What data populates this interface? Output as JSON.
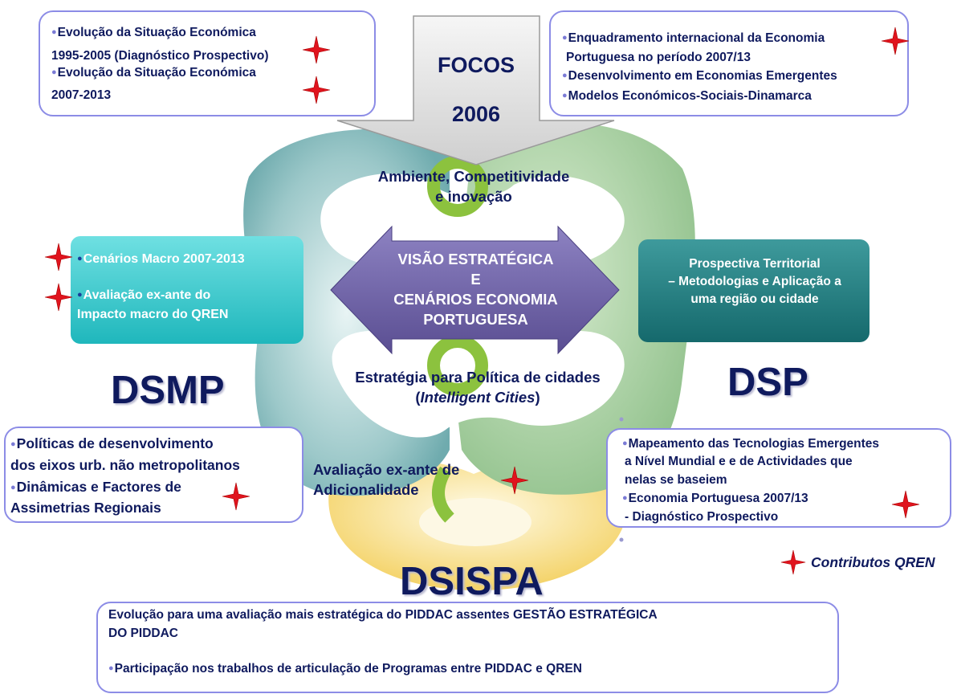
{
  "focos": {
    "line1": "FOCOS",
    "line2": "2006"
  },
  "top_left_box": {
    "items": [
      "Evolução da Situação Económica 1995-2005 (Diagnóstico Prospectivo)",
      "Evolução da Situação Económica 2007-2013"
    ],
    "lines": [
      {
        "text": "Evolução da Situação Económica",
        "bullet": true
      },
      {
        "text": "1995-2005 (Diagnóstico Prospectivo)",
        "bullet": false
      },
      {
        "text": "Evolução da Situação Económica",
        "bullet": true
      },
      {
        "text": "2007-2013",
        "bullet": false
      }
    ]
  },
  "top_right_box": {
    "lines": [
      {
        "text": "Enquadramento internacional da Economia",
        "bullet": true
      },
      {
        "text": "Portuguesa no período 2007/13",
        "bullet": false
      },
      {
        "text": "Desenvolvimento em Economias Emergentes",
        "bullet": true
      },
      {
        "text": "Modelos Económicos-Sociais-Dinamarca",
        "bullet": true
      }
    ]
  },
  "center": {
    "ambiente": [
      "Ambiente, Competitividade",
      "e inovação"
    ],
    "visao": [
      "VISÃO ESTRATÉGICA",
      "E",
      "CENÁRIOS ECONOMIA",
      "PORTUGUESA"
    ],
    "estrategia": "Estratégia para Política de cidades",
    "intelligent": "Intelligent Cities",
    "avaliacao": [
      "Avaliação ex-ante de",
      "Adicionalidade"
    ]
  },
  "left_teal_box": {
    "item1": "Cenários Macro 2007-2013",
    "item2_line1": "Avaliação ex-ante do",
    "item2_line2": "Impacto macro do QREN"
  },
  "right_teal_box": {
    "lines": [
      "Prospectiva Territorial",
      "– Metodologias e Aplicação a",
      "uma região ou cidade"
    ]
  },
  "labels": {
    "dsmp": "DSMP",
    "dsp": "DSP",
    "dsispa": "DSISPA"
  },
  "bottom_left_box": {
    "lines": [
      {
        "text": "Políticas de desenvolvimento",
        "bullet": true
      },
      {
        "text": "dos eixos urb. não metropolitanos",
        "bullet": false
      },
      {
        "text": "Dinâmicas e Factores de",
        "bullet": true
      },
      {
        "text": "Assimetrias Regionais",
        "bullet": false
      }
    ]
  },
  "bottom_right_box": {
    "lines": [
      {
        "text": "Mapeamento das Tecnologias Emergentes",
        "bullet": true
      },
      {
        "text": "a Nível Mundial e e de Actividades que",
        "bullet": false
      },
      {
        "text": "nelas se baseiem",
        "bullet": false
      },
      {
        "text": "Economia Portuguesa 2007/13",
        "bullet": true
      },
      {
        "text": "- Diagnóstico Prospectivo",
        "bullet": false
      }
    ]
  },
  "legend": {
    "text": "Contributos QREN"
  },
  "bottom_box": {
    "line1": "Evolução para uma avaliação mais estratégica do PIDDAC assentes GESTÃO ESTRATÉGICA",
    "line2": "DO PIDDAC",
    "line3": "Participação nos trabalhos de  articulação de Programas entre PIDDAC e QREN"
  },
  "colors": {
    "text": "#0f1a5e",
    "box_border": "#8c8ce6",
    "star": "#e0141e",
    "teal_box": "#2cc4c8",
    "dark_teal_box": "#1f7f82",
    "arrow_purple": "#6f63a6",
    "green": "#7fb33c",
    "yellow": "#f4d35e"
  }
}
